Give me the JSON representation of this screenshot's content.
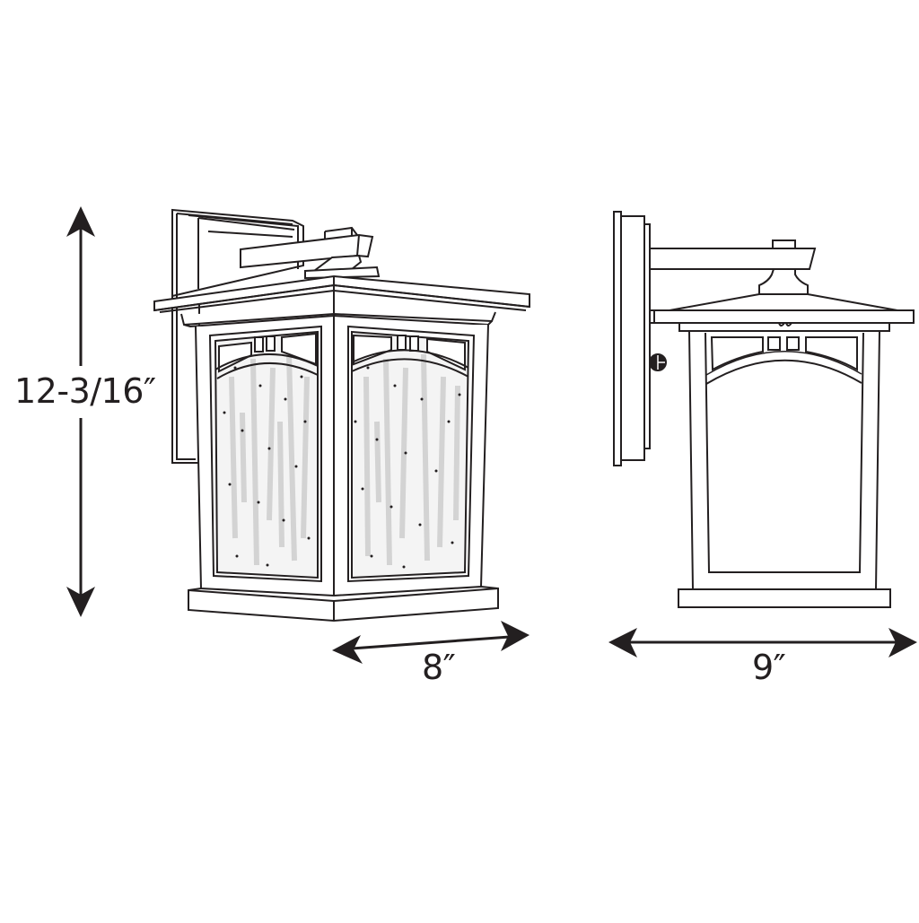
{
  "diagram": {
    "type": "dimension-drawing",
    "subject": "outdoor wall lantern",
    "views": [
      {
        "name": "perspective-view",
        "glass": "seeded water glass with arched mullion top, three small square panes"
      },
      {
        "name": "side-view",
        "glass": "clear panel with arched mullion top, two small square panes"
      }
    ],
    "dimensions": {
      "height": "12-3/16″",
      "depth": "8″",
      "width": "9″"
    },
    "colors": {
      "line": "#231f20",
      "glass_texture": "#d9d9d9",
      "background": "#ffffff"
    }
  }
}
